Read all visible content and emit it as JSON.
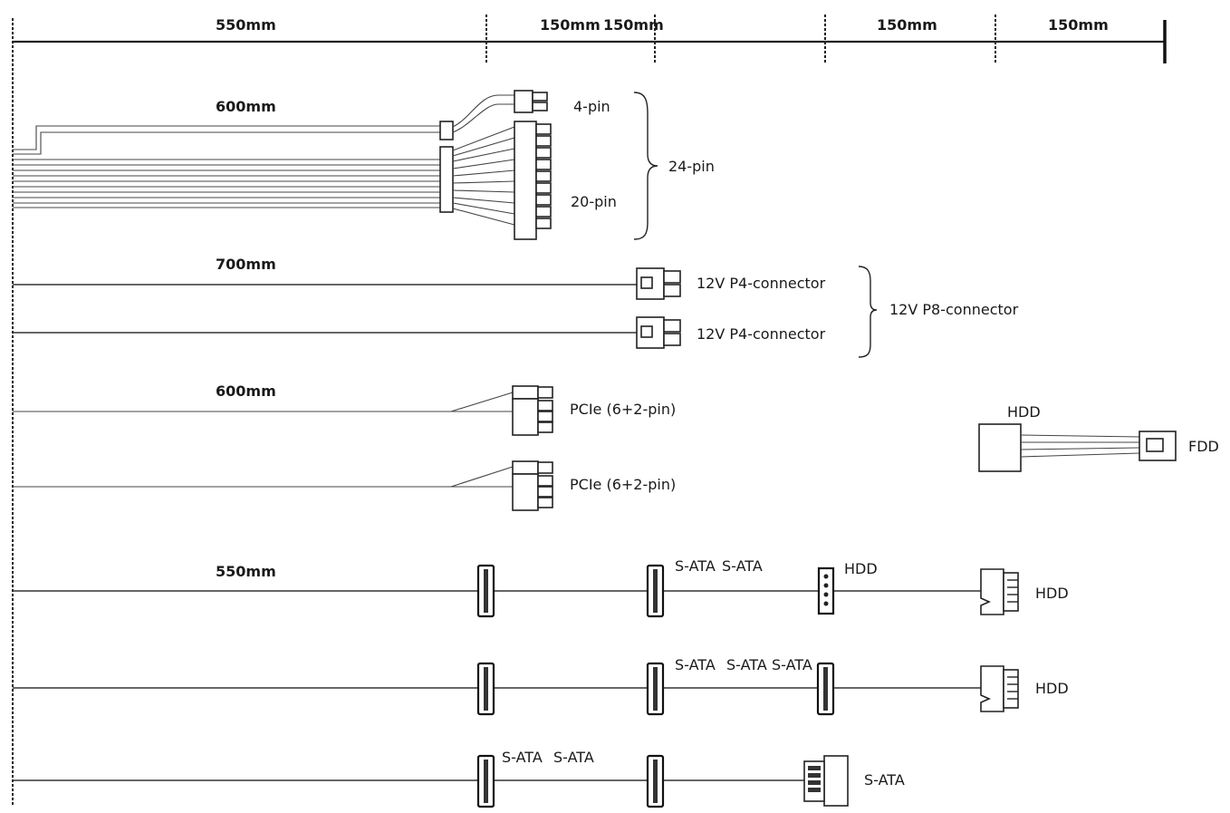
{
  "ruler": {
    "segments": [
      "550mm",
      "150mm",
      "150mm",
      "150mm",
      "150mm"
    ]
  },
  "atx": {
    "length": "600mm",
    "pin4": "4-pin",
    "pin20": "20-pin",
    "pin24": "24-pin"
  },
  "eps": {
    "length": "700mm",
    "p4_top": "12V P4-connector",
    "p4_bottom": "12V P4-connector",
    "p8": "12V P8-connector"
  },
  "pcie": {
    "length": "600mm",
    "conn_top": "PCIe (6+2-pin)",
    "conn_bottom": "PCIe (6+2-pin)"
  },
  "adapter": {
    "hdd": "HDD",
    "fdd": "FDD"
  },
  "peripheral_1": {
    "length": "550mm",
    "sata_a": "S-ATA",
    "sata_b": "S-ATA",
    "hdd_mid": "HDD",
    "hdd_end": "HDD"
  },
  "peripheral_2": {
    "sata_a": "S-ATA",
    "sata_b": "S-ATA",
    "sata_c": "S-ATA",
    "hdd_end": "HDD"
  },
  "peripheral_3": {
    "sata_a": "S-ATA",
    "sata_b": "S-ATA",
    "sata_end": "S-ATA"
  }
}
